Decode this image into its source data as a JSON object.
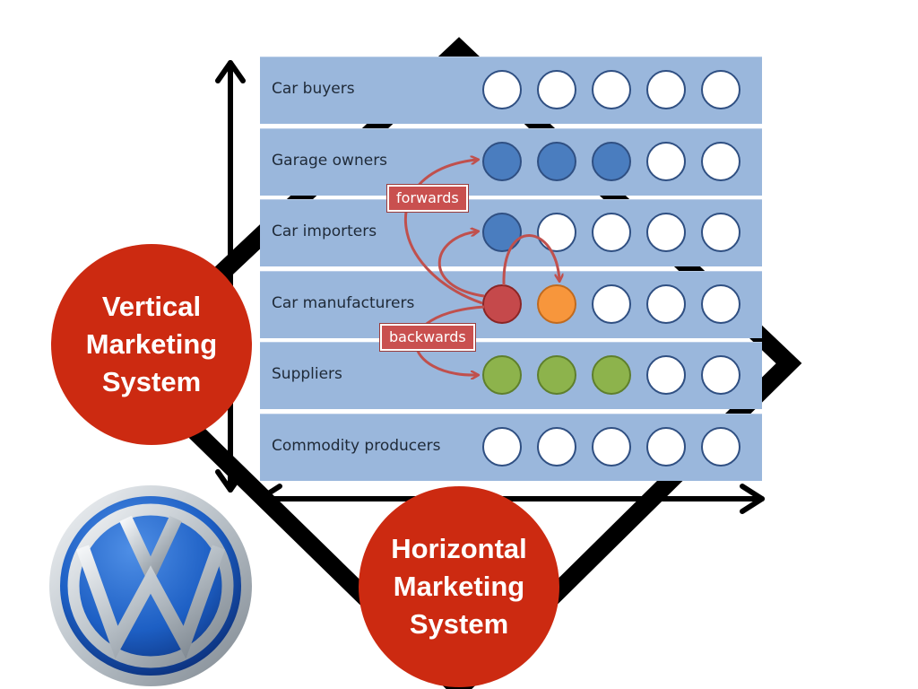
{
  "rows": [
    {
      "label": "Car buyers",
      "fills": [
        "#ffffff",
        "#ffffff",
        "#ffffff",
        "#ffffff",
        "#ffffff"
      ]
    },
    {
      "label": "Garage owners",
      "fills": [
        "#4a7dbf",
        "#4a7dbf",
        "#4a7dbf",
        "#ffffff",
        "#ffffff"
      ]
    },
    {
      "label": "Car importers",
      "fills": [
        "#4a7dbf",
        "#ffffff",
        "#ffffff",
        "#ffffff",
        "#ffffff"
      ]
    },
    {
      "label": "Car manufacturers",
      "fills": [
        "#c5494b",
        "#f7963c",
        "#ffffff",
        "#ffffff",
        "#ffffff"
      ]
    },
    {
      "label": "Suppliers",
      "fills": [
        "#8db34c",
        "#8db34c",
        "#8db34c",
        "#ffffff",
        "#ffffff"
      ]
    },
    {
      "label": "Commodity producers",
      "fills": [
        "#ffffff",
        "#ffffff",
        "#ffffff",
        "#ffffff",
        "#ffffff"
      ]
    }
  ],
  "tags": {
    "forwards": "forwards",
    "backwards": "backwards"
  },
  "bubbles": {
    "vertical": [
      "Vertical",
      "Marketing",
      "System"
    ],
    "horizontal": [
      "Horizontal",
      "Marketing",
      "System"
    ]
  },
  "colors": {
    "row_bg": "#9ab7dc",
    "bubble_red": "#cc2a11",
    "arrow_red": "#c0504d",
    "tag_red": "#c9504f"
  },
  "icons": [
    "vw-logo",
    "double-arrow-vertical",
    "double-arrow-horizontal"
  ]
}
